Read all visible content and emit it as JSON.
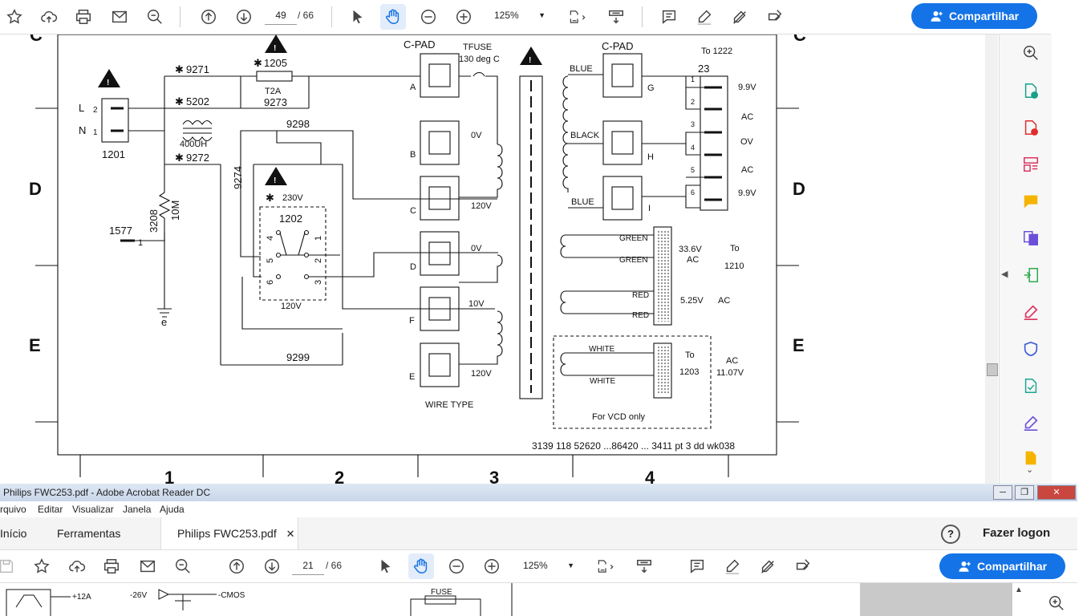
{
  "toolbar": {
    "page_current": "49",
    "page_total": "/ 66",
    "zoom": "125%",
    "share_label": "Compartilhar"
  },
  "schematic": {
    "border_letters": {
      "c_left": "C",
      "c_right": "C",
      "d_left": "D",
      "d_right": "D",
      "e_left": "E",
      "e_right": "E"
    },
    "border_numbers": [
      "1",
      "2",
      "3",
      "4"
    ],
    "labels": {
      "l": "L",
      "n": "N",
      "l_pin": "2",
      "n_pin": "1",
      "conn_1201": "1201",
      "c9271": "9271",
      "f1205": "1205",
      "t2a": "T2A",
      "c9273": "9273",
      "l5202": "5202",
      "uh400": "400UH",
      "c9272": "9272",
      "c9298": "9298",
      "c9274": "9274",
      "r3208": "3208",
      "r10m": "10M",
      "conn_1577": "1577",
      "pin1": "1",
      "sw230v": "230V",
      "sw1202": "1202",
      "sw120v": "120V",
      "sw_p4": "4",
      "sw_p1": "1",
      "sw_p5": "5",
      "sw_p2": "2",
      "sw_p6": "6",
      "sw_p3": "3",
      "ground_e": "e",
      "c9299": "9299",
      "cpad_left": "C-PAD",
      "tfuse": "TFUSE",
      "tfuse_deg": "130 deg C",
      "pad_a": "A",
      "pad_b": "B",
      "pad_c": "C",
      "pad_d": "D",
      "pad_f": "F",
      "pad_e": "E",
      "v0_1": "0V",
      "v120_1": "120V",
      "v0_2": "0V",
      "v10": "10V",
      "v120_2": "120V",
      "wire_type": "WIRE TYPE",
      "cpad_right": "C-PAD",
      "to1222": "To 1222",
      "conn23": "23",
      "blue1": "BLUE",
      "black": "BLACK",
      "blue2": "BLUE",
      "pad_g": "G",
      "pad_h": "H",
      "pad_i": "I",
      "p1": "1",
      "p2": "2",
      "p3": "3",
      "p4": "4",
      "p5": "5",
      "p6": "6",
      "v99a": "9.9V",
      "ac1": "AC",
      "ov": "OV",
      "ac2": "AC",
      "v99b": "9.9V",
      "green1": "GREEN",
      "green2": "GREEN",
      "v336": "33.6V",
      "ac3": "AC",
      "to1210a": "To",
      "to1210b": "1210",
      "red1": "RED",
      "red2": "RED",
      "v525": "5.25V",
      "ac4": "AC",
      "white1": "WHITE",
      "white2": "WHITE",
      "to1203a": "To",
      "to1203b": "1203",
      "ac5": "AC",
      "v1107": "11.07V",
      "vcd_only": "For VCD only",
      "doc_code": "3139 118 52620 ...86420   ... 3411 pt 3 dd wk038"
    }
  },
  "window2": {
    "title": "Philips FWC253.pdf - Adobe Acrobat Reader DC",
    "menu": [
      "rquivo",
      "Editar",
      "Visualizar",
      "Janela",
      "Ajuda"
    ],
    "tabs": {
      "home": "Início",
      "tools": "Ferramentas",
      "doc": "Philips FWC253.pdf"
    },
    "signin": "Fazer logon",
    "page_current": "21",
    "page_total": "/ 66",
    "zoom": "125%",
    "share_label": "Compartilhar",
    "preview": {
      "v12a": "+12A",
      "v26": "-26V",
      "cmos": "-CMOS",
      "fuse": "FUSE"
    }
  }
}
